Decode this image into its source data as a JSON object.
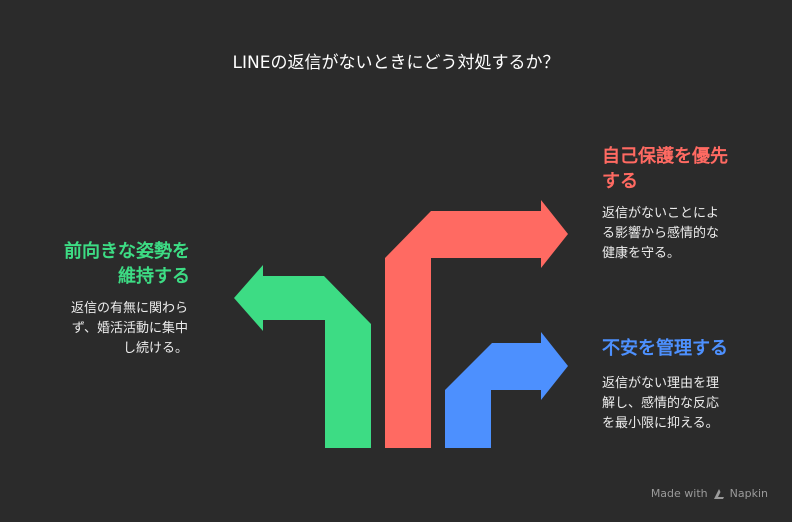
{
  "title": "LINEの返信がないときにどう対処するか？",
  "options": {
    "left": {
      "heading_lines": [
        "前向きな姿勢を",
        "維持する"
      ],
      "desc_lines": [
        "返信の有無に関わら",
        "ず、婚活活動に集中",
        "し続ける。"
      ],
      "color": "#3ddc84"
    },
    "top": {
      "heading_lines": [
        "自己保護を優先",
        "する"
      ],
      "desc_lines": [
        "返信がないことによ",
        "る影響から感情的な",
        "健康を守る。"
      ],
      "color": "#ff6a62"
    },
    "bottom": {
      "heading_lines": [
        "不安を管理する"
      ],
      "desc_lines": [
        "返信がない理由を理",
        "解し、感情的な反応",
        "を最小限に抑える。"
      ],
      "color": "#4d90fe"
    }
  },
  "footer": {
    "made_with": "Made with",
    "brand": "Napkin"
  }
}
